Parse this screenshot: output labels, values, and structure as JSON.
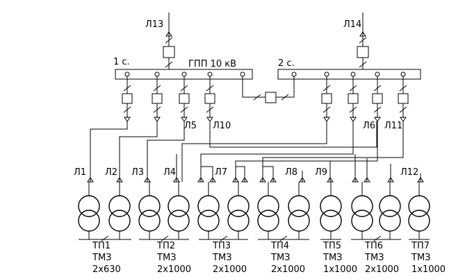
{
  "bus": {
    "label": "ГПП 10 кВ",
    "section1": "1 с.",
    "section2": "2 с."
  },
  "incoming": [
    "Л13",
    "Л14"
  ],
  "outgoing_top": [
    "Л5",
    "Л10",
    "Л6",
    "Л11"
  ],
  "feeders": [
    "Л1",
    "Л2",
    "Л3",
    "Л4",
    "Л7",
    "Л8",
    "Л9",
    "Л12"
  ],
  "substations": [
    {
      "name": "ТП1",
      "type": "ТМЗ",
      "rating": "2х630"
    },
    {
      "name": "ТП2",
      "type": "ТМЗ",
      "rating": "2х1000"
    },
    {
      "name": "ТП3",
      "type": "ТМЗ",
      "rating": "2х1000"
    },
    {
      "name": "ТП4",
      "type": "ТМЗ",
      "rating": "2х1000"
    },
    {
      "name": "ТП5",
      "type": "ТМЗ",
      "rating": "1х1000"
    },
    {
      "name": "ТП6",
      "type": "ТМЗ",
      "rating": "2х1000"
    },
    {
      "name": "ТП7",
      "type": "ТМЗ",
      "rating": "1х1000"
    }
  ]
}
